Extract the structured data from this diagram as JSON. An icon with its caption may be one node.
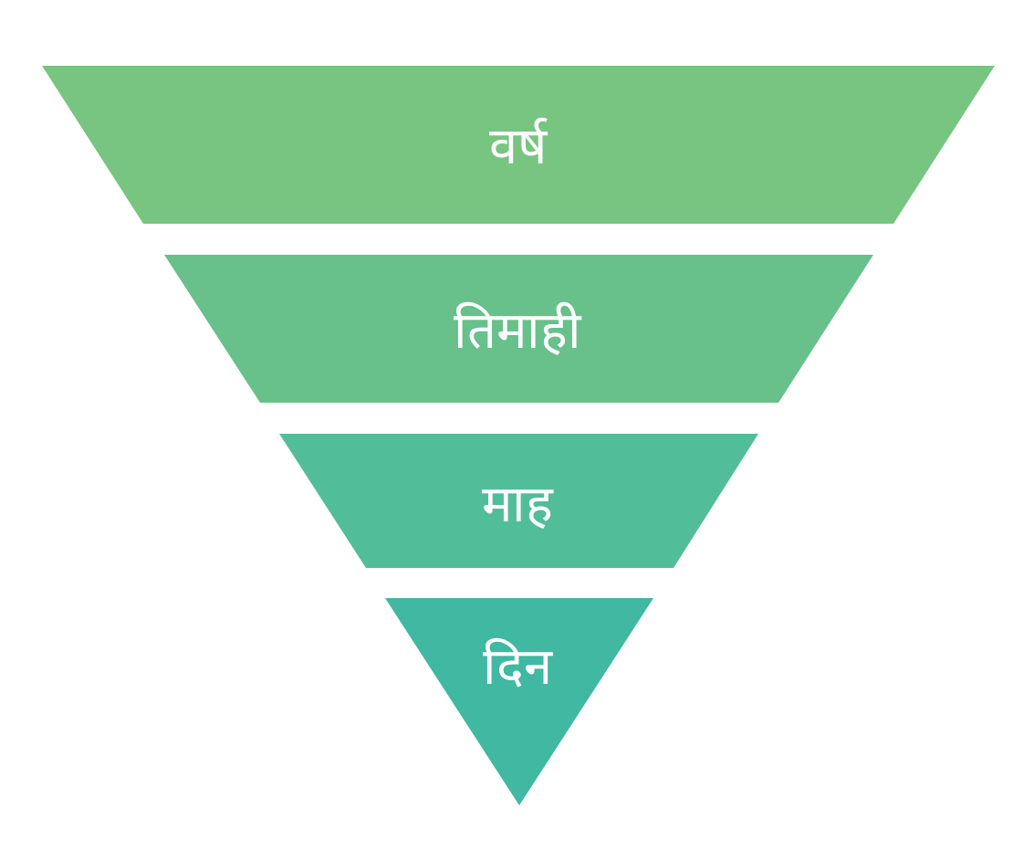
{
  "diagram": {
    "nodes": [
      {
        "text": [
          "वर्ष"
        ]
      },
      {
        "text": [
          "तिमाही"
        ]
      },
      {
        "text": [
          "माह"
        ]
      },
      {
        "text": [
          "दिन"
        ]
      }
    ]
  }
}
